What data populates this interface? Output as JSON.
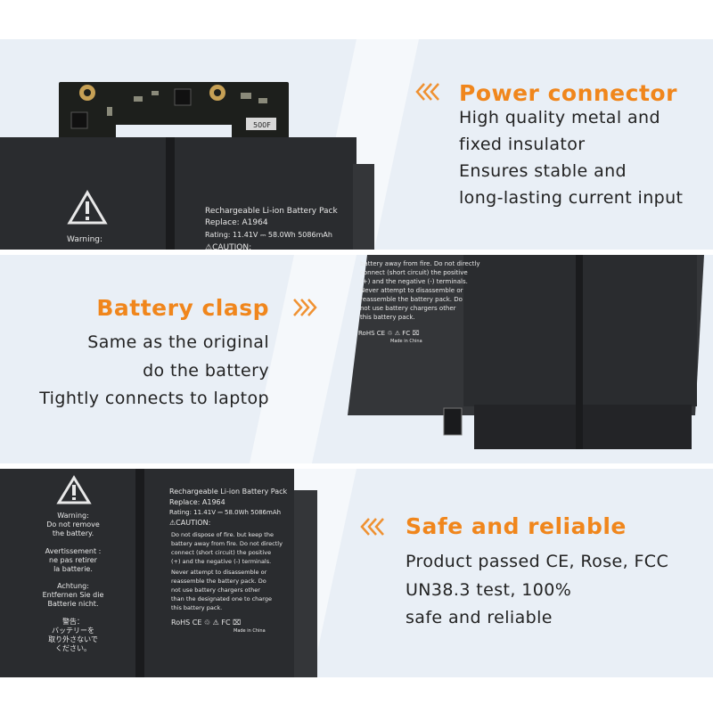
{
  "colors": {
    "accent": "#f0861c",
    "panel": "#e9eff6",
    "battery": "#2a2c2f"
  },
  "section1": {
    "heading": "Power connector",
    "lines": [
      "High quality metal and",
      "fixed insulator",
      "Ensures stable and",
      "long-lasting current input"
    ]
  },
  "section2": {
    "heading": "Battery clasp",
    "lines": [
      "Same as the original",
      "do the battery",
      "Tightly connects to laptop"
    ]
  },
  "section3": {
    "heading": "Safe and reliable",
    "lines": [
      "Product passed CE, Rose, FCC",
      "UN38.3 test, 100%",
      "safe and reliable"
    ]
  },
  "battery_print": {
    "warning_en": [
      "Warning:",
      "Do not remove",
      "the battery."
    ],
    "warning_fr": [
      "Avertissement :",
      "ne pas retirer",
      "la batterie."
    ],
    "warning_de": [
      "Achtung:",
      "Entfernen Sie die",
      "Batterie nicht."
    ],
    "warning_jp": [
      "警告：",
      "バッテリーを",
      "取り外さないで",
      "ください。"
    ],
    "pack_title": "Rechargeable Li-ion Battery Pack",
    "replace": "Replace: A1964",
    "rating": "Rating: 11.41V ⎓ 58.0Wh 5086mAh",
    "caution": "⚠CAUTION:",
    "caution_lines": [
      "Do not dispose of fire. but keep the",
      "battery away from fire. Do not directly",
      "connect (short circuit) the positive",
      "(+) and the negative (-) terminals.",
      "Never attempt to disassemble or",
      "reassemble the battery pack. Do",
      "not use battery chargers other",
      "than the designated one to charge",
      "this battery pack."
    ],
    "marks": "RoHS CE  ♲ ⚠ FC ⌧",
    "made_in": "Made in China",
    "fuse": "500F"
  }
}
